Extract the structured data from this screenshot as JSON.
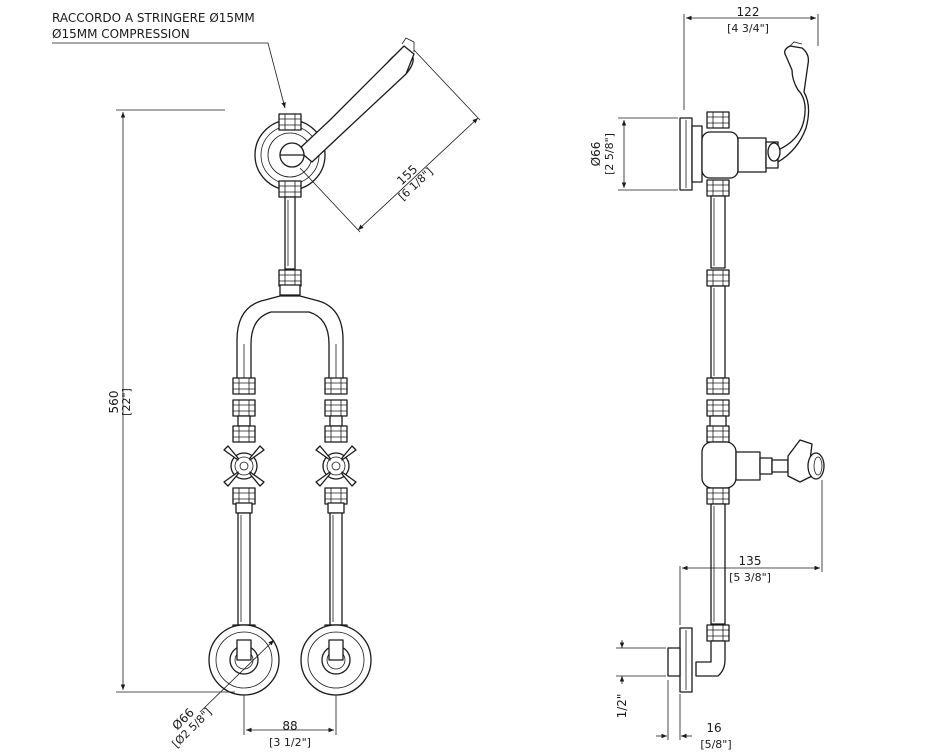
{
  "callout": {
    "line1": "RACCORDO A STRINGERE Ø15MM",
    "line2": "Ø15MM COMPRESSION"
  },
  "dimensions": {
    "height_mm": "560",
    "height_in": "[22\"]",
    "lever_mm": "155",
    "lever_in": "[6 1/8\"]",
    "flange_dia_mm": "Ø66",
    "flange_dia_in": "[Ø2 5/8\"]",
    "spacing_mm": "88",
    "spacing_in": "[3 1/2\"]",
    "depth_mm": "122",
    "depth_in": "[4 3/4\"]",
    "side_dia_mm": "Ø66",
    "side_dia_in": "[2 5/8\"]",
    "valve_mm": "135",
    "valve_in": "[5 3/8\"]",
    "thread": "1/2\"",
    "offset_mm": "16",
    "offset_in": "[5/8\"]"
  }
}
